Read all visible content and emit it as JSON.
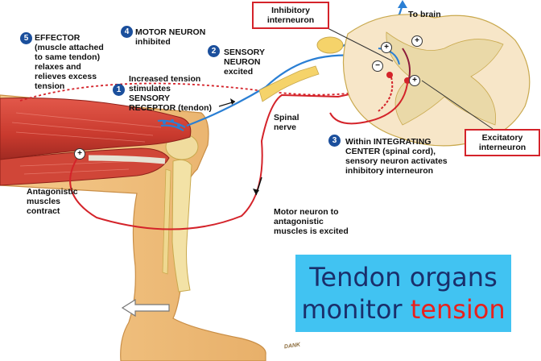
{
  "title": {
    "line1": "Tendon organs",
    "line2_a": "monitor ",
    "line2_b": "tension"
  },
  "steps": {
    "s1": {
      "num": "1",
      "text": "Increased tension\nstimulates\nSENSORY\nRECEPTOR (tendon)"
    },
    "s2": {
      "num": "2",
      "text": "SENSORY\nNEURON\nexcited"
    },
    "s3": {
      "num": "3",
      "text": "Within INTEGRATING\nCENTER (spinal cord),\nsensory neuron activates\ninhibitory interneuron"
    },
    "s4": {
      "num": "4",
      "text": "MOTOR NEURON\ninhibited"
    },
    "s5": {
      "num": "5",
      "text": "EFFECTOR\n(muscle attached\nto same tendon)\nrelaxes and\nrelieves excess\ntension"
    }
  },
  "labels": {
    "inhibitory": "Inhibitory\ninterneuron",
    "excitatory": "Excitatory\ninterneuron",
    "to_brain": "To brain",
    "spinal_nerve": "Spinal\nnerve",
    "antagonistic": "Antagonistic\nmuscles\ncontract",
    "motor_neuron": "Motor neuron to\nantagonistic\nmuscles is excited",
    "artist": "DANK"
  },
  "signs": {
    "plus": "+",
    "minus": "−"
  },
  "colors": {
    "title_bg": "#41c3f2",
    "title_text": "#1a2f6b",
    "accent_red": "#e8211d",
    "step_circle": "#1b4f9c",
    "sensory": "#2a7fd4",
    "motor": "#d4232a"
  }
}
